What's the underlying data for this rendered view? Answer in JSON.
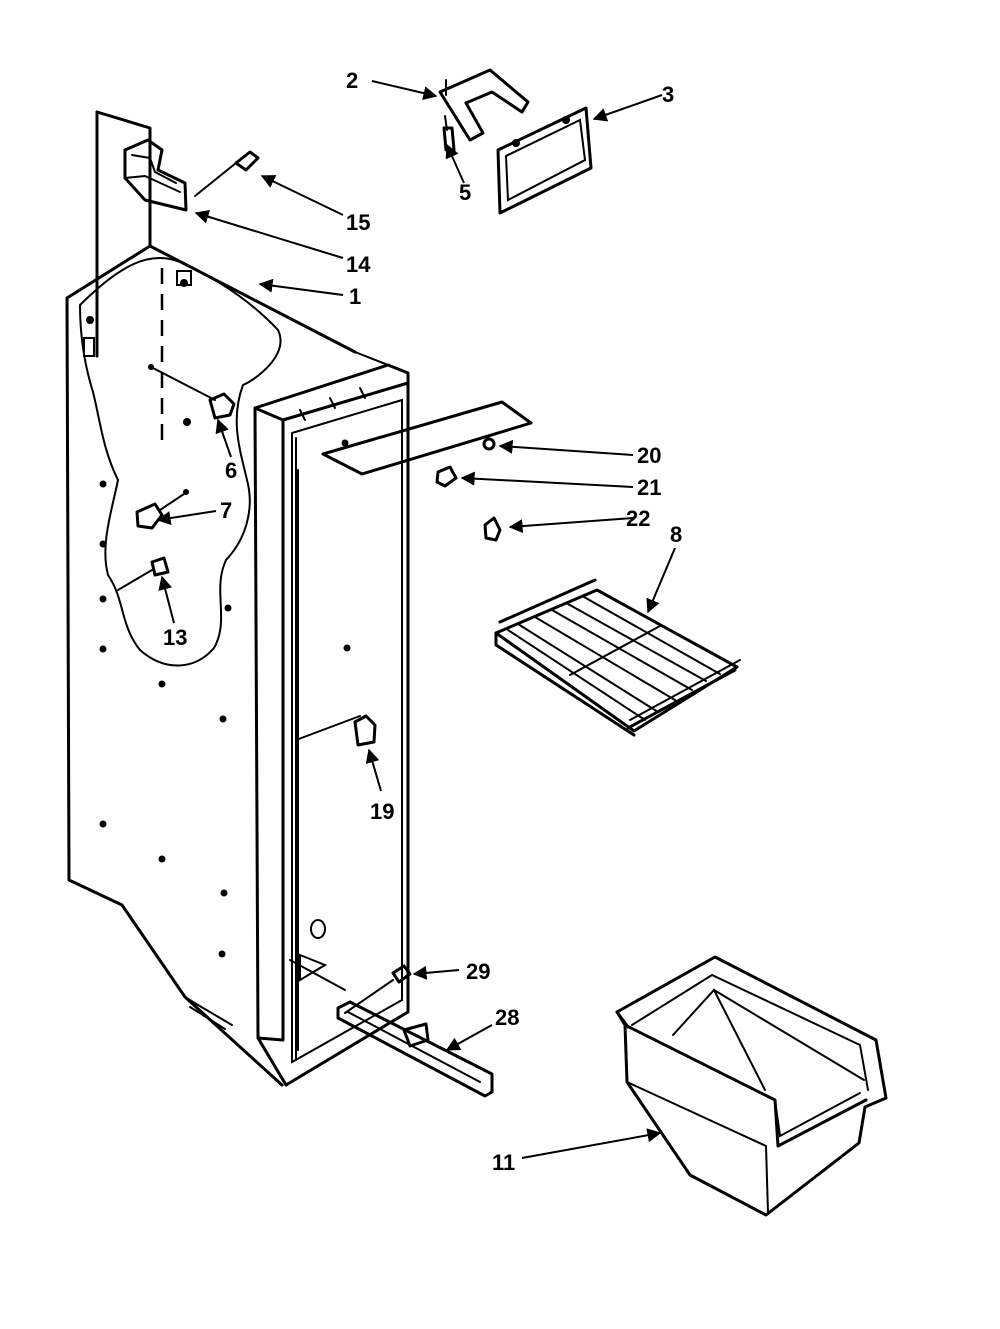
{
  "callouts": {
    "c1": "1",
    "c2": "2",
    "c3": "3",
    "c5": "5",
    "c6": "6",
    "c7": "7",
    "c8": "8",
    "c11": "11",
    "c13": "13",
    "c14": "14",
    "c15": "15",
    "c19": "19",
    "c20": "20",
    "c21": "21",
    "c22": "22",
    "c28": "28",
    "c29": "29"
  }
}
